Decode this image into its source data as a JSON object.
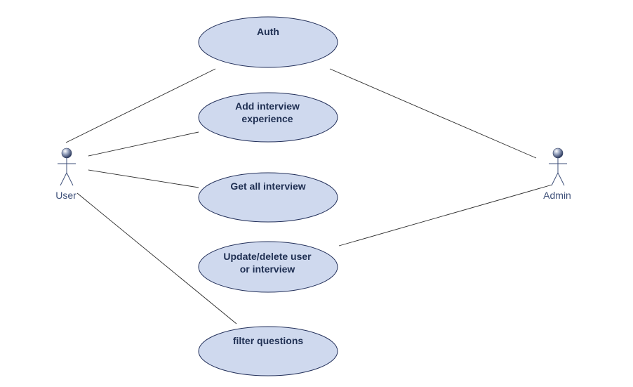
{
  "actors": [
    {
      "id": "user",
      "label": "User"
    },
    {
      "id": "admin",
      "label": "Admin"
    }
  ],
  "use_cases": [
    {
      "id": "auth",
      "lines": [
        "Auth"
      ]
    },
    {
      "id": "add-interview-experience",
      "lines": [
        "Add interview",
        "experience"
      ]
    },
    {
      "id": "get-all-interview",
      "lines": [
        "Get all interview"
      ]
    },
    {
      "id": "update-delete",
      "lines": [
        "Update/delete user",
        "or interview"
      ]
    },
    {
      "id": "filter-questions",
      "lines": [
        "filter questions"
      ]
    }
  ],
  "associations": [
    {
      "from": "user",
      "to": "auth"
    },
    {
      "from": "user",
      "to": "add-interview-experience"
    },
    {
      "from": "user",
      "to": "get-all-interview"
    },
    {
      "from": "user",
      "to": "filter-questions"
    },
    {
      "from": "admin",
      "to": "auth"
    },
    {
      "from": "admin",
      "to": "update-delete"
    }
  ],
  "colors": {
    "use_case_fill": "#cfd9ee",
    "use_case_stroke": "#23305a",
    "use_case_text": "#1f2f52",
    "actor": "#3d4f78",
    "line": "#2b2b2b"
  }
}
